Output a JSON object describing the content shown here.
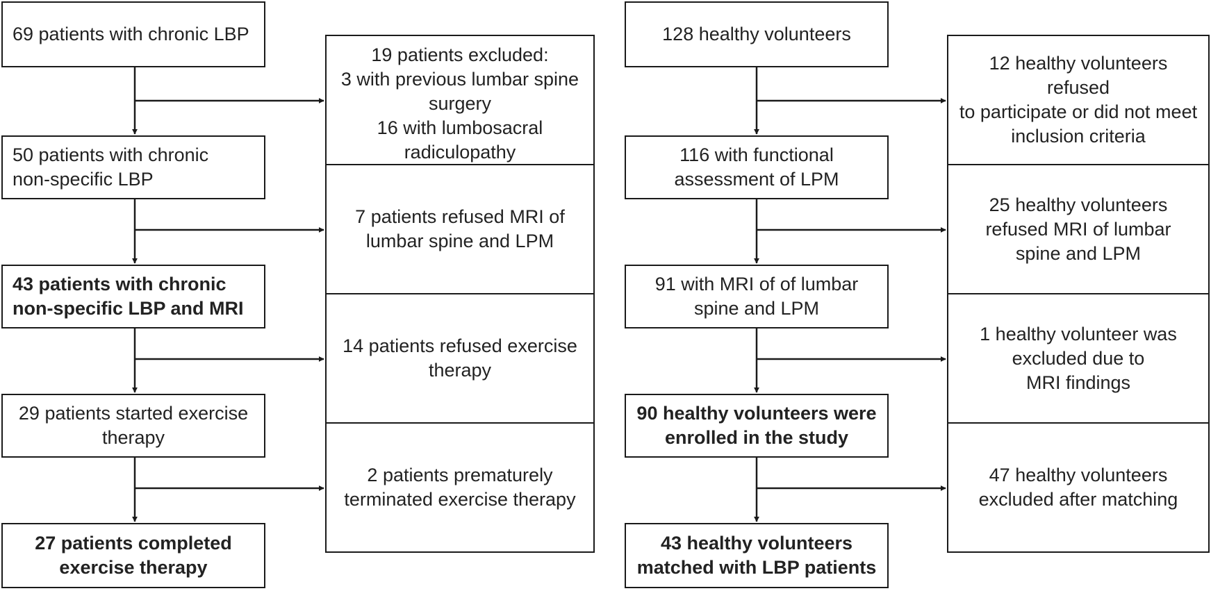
{
  "patients": {
    "main": [
      "69 patients with chronic LBP",
      "50 patients with chronic\nnon-specific LBP",
      "43 patients with chronic\nnon-specific LBP and MRI",
      "29 patients started exercise\ntherapy",
      "27 patients completed\nexercise therapy"
    ],
    "side": [
      "19 patients excluded:\n3 with previous lumbar spine\nsurgery\n16 with lumbosacral\nradiculopathy",
      "7 patients refused MRI of\nlumbar spine and LPM",
      "14 patients refused exercise\ntherapy",
      "2 patients prematurely\nterminated exercise therapy"
    ]
  },
  "volunteers": {
    "main": [
      "128 healthy volunteers",
      "116 with functional\nassessment of LPM",
      "91 with MRI of of lumbar\nspine and LPM",
      "90 healthy volunteers were\nenrolled in the study",
      "43 healthy volunteers\nmatched with LBP patients"
    ],
    "side": [
      "12 healthy volunteers refused\nto participate or did not meet\ninclusion criteria",
      "25 healthy volunteers\nrefused MRI of lumbar\nspine and LPM",
      "1 healthy volunteer was\nexcluded due to\nMRI findings",
      "47 healthy volunteers\nexcluded after matching"
    ]
  }
}
